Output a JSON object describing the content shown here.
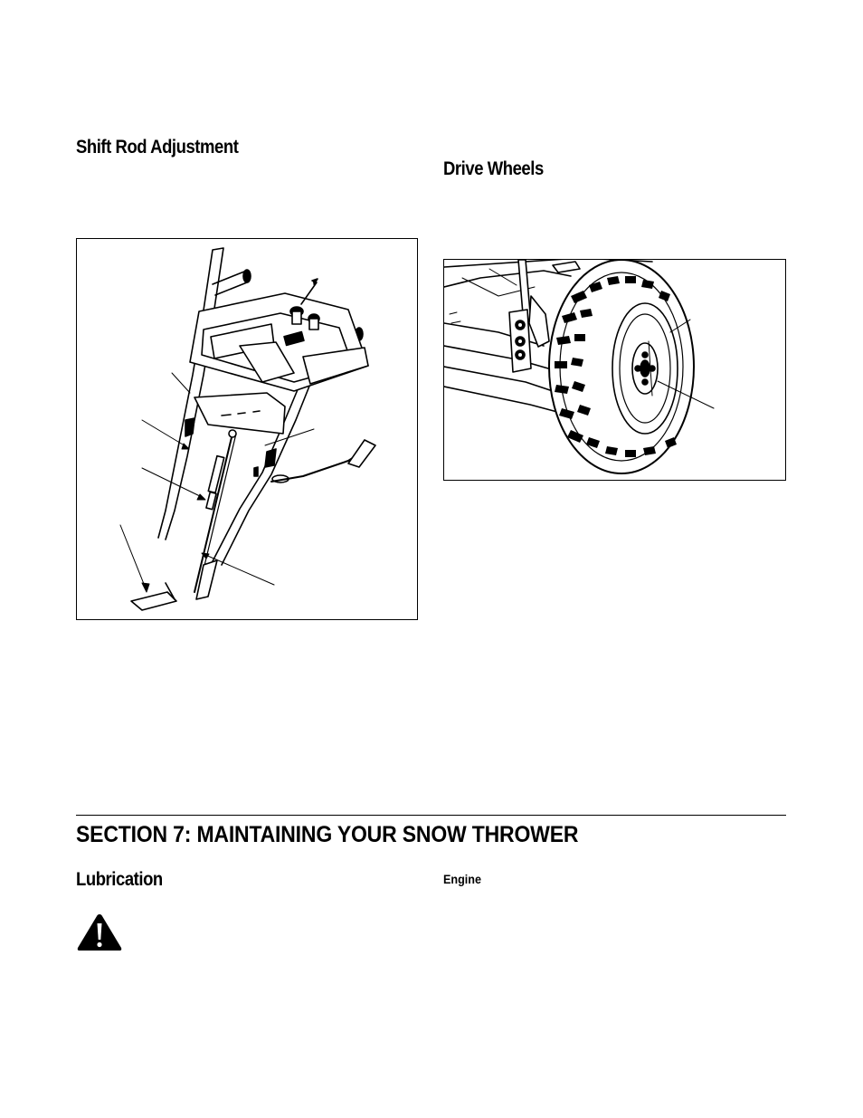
{
  "left_column": {
    "shift_rod_heading": "Shift Rod Adjustment"
  },
  "right_column": {
    "drive_wheels_heading": "Drive Wheels"
  },
  "section": {
    "title": "SECTION 7:  MAINTAINING YOUR SNOW THROWER",
    "lubrication_heading": "Lubrication",
    "engine_subheading": "Engine"
  },
  "icons": {
    "warning": "warning-triangle-icon"
  }
}
